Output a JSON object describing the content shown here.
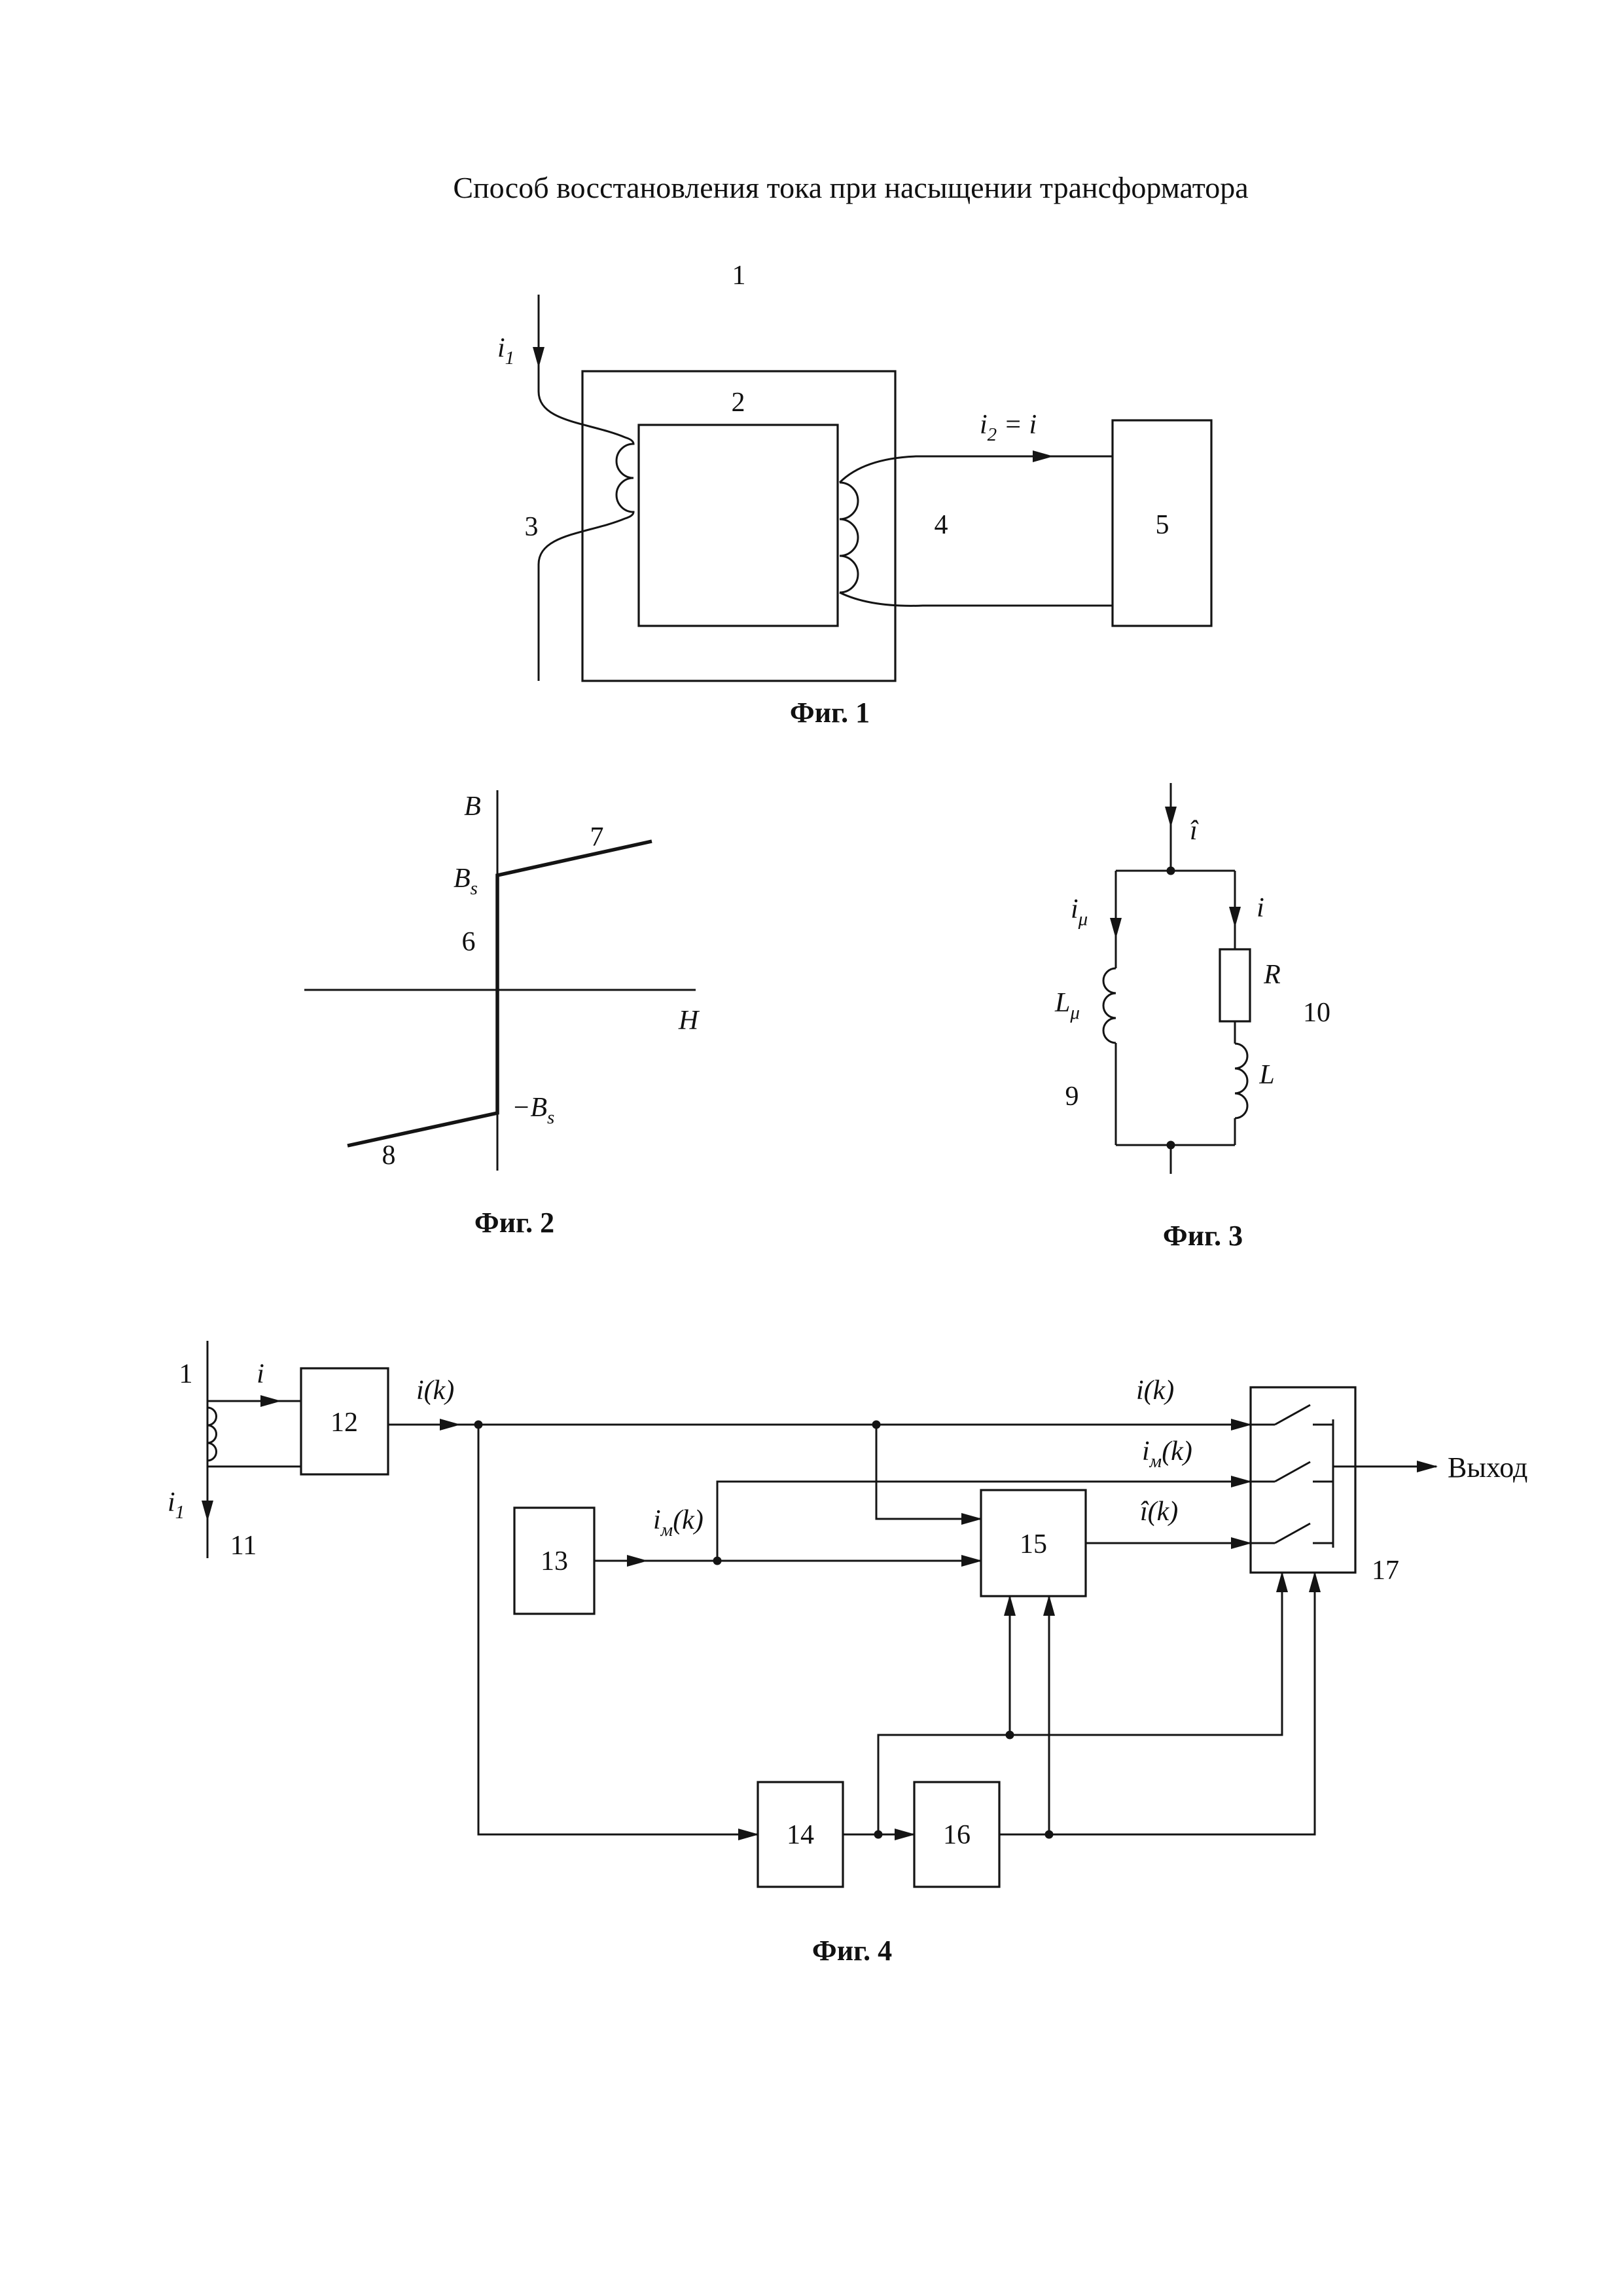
{
  "page": {
    "title": "Способ восстановления тока при насыщении трансформатора"
  },
  "fig1": {
    "caption": "Фиг. 1",
    "label_1": "1",
    "label_2": "2",
    "label_3": "3",
    "label_4": "4",
    "label_5": "5",
    "i1_base": "i",
    "i1_sub": "1",
    "i2_base": "i",
    "i2_sub": "2",
    "i2_rest": " = i"
  },
  "fig2": {
    "caption": "Фиг. 2",
    "axis_vertical": "B",
    "axis_horizontal": "H",
    "bs_base": "B",
    "bs_sub": "s",
    "neg_bs_base": "−B",
    "neg_bs_sub": "s",
    "label_6": "6",
    "label_7": "7",
    "label_8": "8"
  },
  "fig3": {
    "caption": "Фиг. 3",
    "i_hat": "î",
    "i_mu_base": "i",
    "i_mu_sub": "μ",
    "i_branch": "i",
    "l_mu_base": "L",
    "l_mu_sub": "μ",
    "resistor": "R",
    "inductor": "L",
    "label_9": "9",
    "label_10": "10"
  },
  "fig4": {
    "caption": "Фиг. 4",
    "label_1": "1",
    "label_11": "11",
    "label_17": "17",
    "block_12": "12",
    "block_13": "13",
    "block_14": "14",
    "block_15": "15",
    "block_16": "16",
    "i_label": "i",
    "i1_base": "i",
    "i1_sub": "1",
    "ik": "i(k)",
    "imk_base": "i",
    "imk_sub": "м",
    "imk_rest": "(k)",
    "ihatk": "î(k)",
    "output": "Выход"
  }
}
